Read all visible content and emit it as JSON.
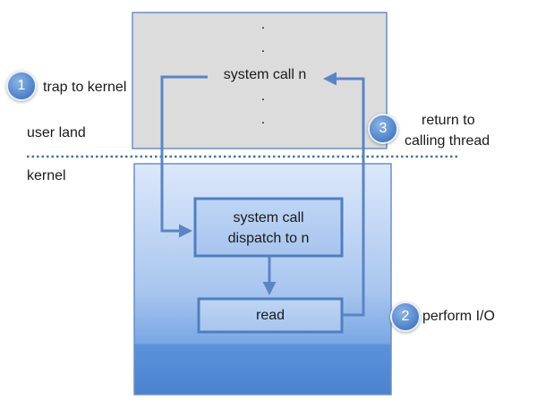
{
  "user_box": {
    "dots_top": [
      ".",
      "."
    ],
    "label": "system call n",
    "dots_bottom": [
      ".",
      "."
    ]
  },
  "regions": {
    "user_land": "user land",
    "kernel": "kernel"
  },
  "dispatch_box": {
    "line1": "system call",
    "line2": "dispatch to n"
  },
  "read_box": {
    "label": "read"
  },
  "steps": [
    {
      "number": "1",
      "label": "trap to kernel"
    },
    {
      "number": "2",
      "label": "perform I/O"
    },
    {
      "number": "3",
      "label_line1": "return to",
      "label_line2": "calling thread"
    }
  ],
  "colors": {
    "user_box_fill": "#dcdcdc",
    "kernel_box_fill_top": "#d8e6fa",
    "kernel_box_fill_bottom": "#4d86d4",
    "border": "#5b84b9",
    "arrow": "#5b84c4",
    "boundary_line": "#4a6fa5",
    "badge": "#4a7fc7"
  }
}
